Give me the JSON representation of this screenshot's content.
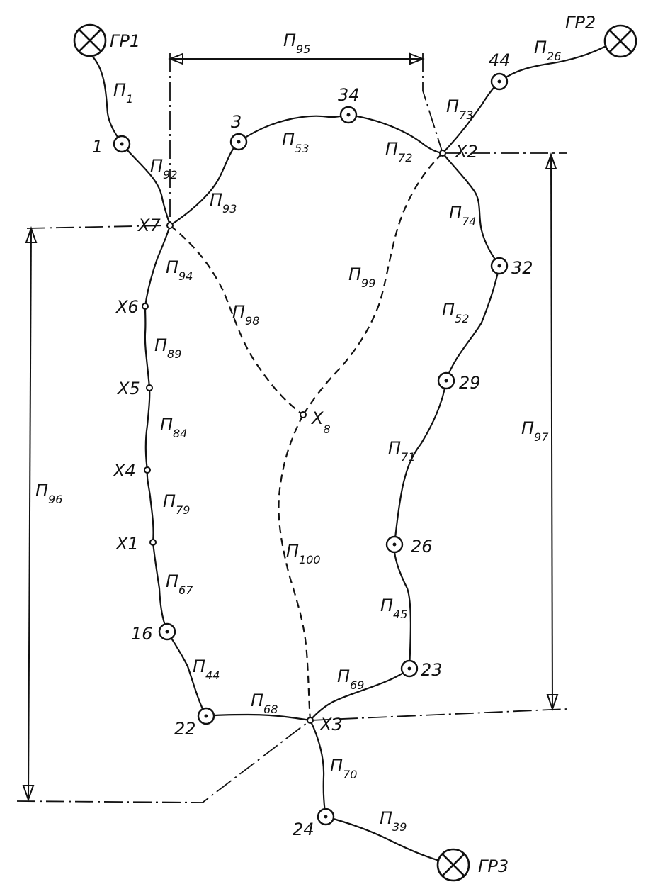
{
  "points": [
    {
      "id": "p1",
      "label": "1"
    },
    {
      "id": "p3",
      "label": "3"
    },
    {
      "id": "p34",
      "label": "34"
    },
    {
      "id": "p44",
      "label": "44"
    },
    {
      "id": "p32",
      "label": "32"
    },
    {
      "id": "p29",
      "label": "29"
    },
    {
      "id": "p26",
      "label": "26"
    },
    {
      "id": "p23",
      "label": "23"
    },
    {
      "id": "p16",
      "label": "16"
    },
    {
      "id": "p22",
      "label": "22"
    },
    {
      "id": "p24",
      "label": "24"
    }
  ],
  "junctions": [
    {
      "id": "x1",
      "label": "X1"
    },
    {
      "id": "x2",
      "label": "X2"
    },
    {
      "id": "x3",
      "label": "X3"
    },
    {
      "id": "x4",
      "label": "X4"
    },
    {
      "id": "x5",
      "label": "X5"
    },
    {
      "id": "x6",
      "label": "X6"
    },
    {
      "id": "x7",
      "label": "X7"
    },
    {
      "id": "x8",
      "label": "X",
      "sub": "8"
    }
  ],
  "boundaries": [
    {
      "id": "gr1",
      "label": "ГР1"
    },
    {
      "id": "gr2",
      "label": "ГР2"
    },
    {
      "id": "gr3",
      "label": "ГР3"
    }
  ],
  "segments": [
    {
      "id": "s1",
      "prefix": "П",
      "sub": "1"
    },
    {
      "id": "s92",
      "prefix": "П",
      "sub": "92"
    },
    {
      "id": "s93",
      "prefix": "П",
      "sub": "93"
    },
    {
      "id": "s53",
      "prefix": "П",
      "sub": "53"
    },
    {
      "id": "s72",
      "prefix": "П",
      "sub": "72"
    },
    {
      "id": "s73",
      "prefix": "П",
      "sub": "73"
    },
    {
      "id": "s26",
      "prefix": "П",
      "sub": "26"
    },
    {
      "id": "s74",
      "prefix": "П",
      "sub": "74"
    },
    {
      "id": "s52",
      "prefix": "П",
      "sub": "52"
    },
    {
      "id": "s71",
      "prefix": "П",
      "sub": "71"
    },
    {
      "id": "s45",
      "prefix": "П",
      "sub": "45"
    },
    {
      "id": "s69",
      "prefix": "П",
      "sub": "69"
    },
    {
      "id": "s68",
      "prefix": "П",
      "sub": "68"
    },
    {
      "id": "s44",
      "prefix": "П",
      "sub": "44"
    },
    {
      "id": "s67",
      "prefix": "П",
      "sub": "67"
    },
    {
      "id": "s79",
      "prefix": "П",
      "sub": "79"
    },
    {
      "id": "s84",
      "prefix": "П",
      "sub": "84"
    },
    {
      "id": "s89",
      "prefix": "П",
      "sub": "89"
    },
    {
      "id": "s94",
      "prefix": "П",
      "sub": "94"
    },
    {
      "id": "s70",
      "prefix": "П",
      "sub": "70"
    },
    {
      "id": "s39",
      "prefix": "П",
      "sub": "39"
    }
  ],
  "dashed_segments": [
    {
      "id": "s98",
      "prefix": "П",
      "sub": "98"
    },
    {
      "id": "s99",
      "prefix": "П",
      "sub": "99"
    },
    {
      "id": "s100",
      "prefix": "П",
      "sub": "100"
    }
  ],
  "dimensions": [
    {
      "id": "d95",
      "prefix": "П",
      "sub": "95"
    },
    {
      "id": "d96",
      "prefix": "П",
      "sub": "96"
    },
    {
      "id": "d97",
      "prefix": "П",
      "sub": "97"
    }
  ]
}
